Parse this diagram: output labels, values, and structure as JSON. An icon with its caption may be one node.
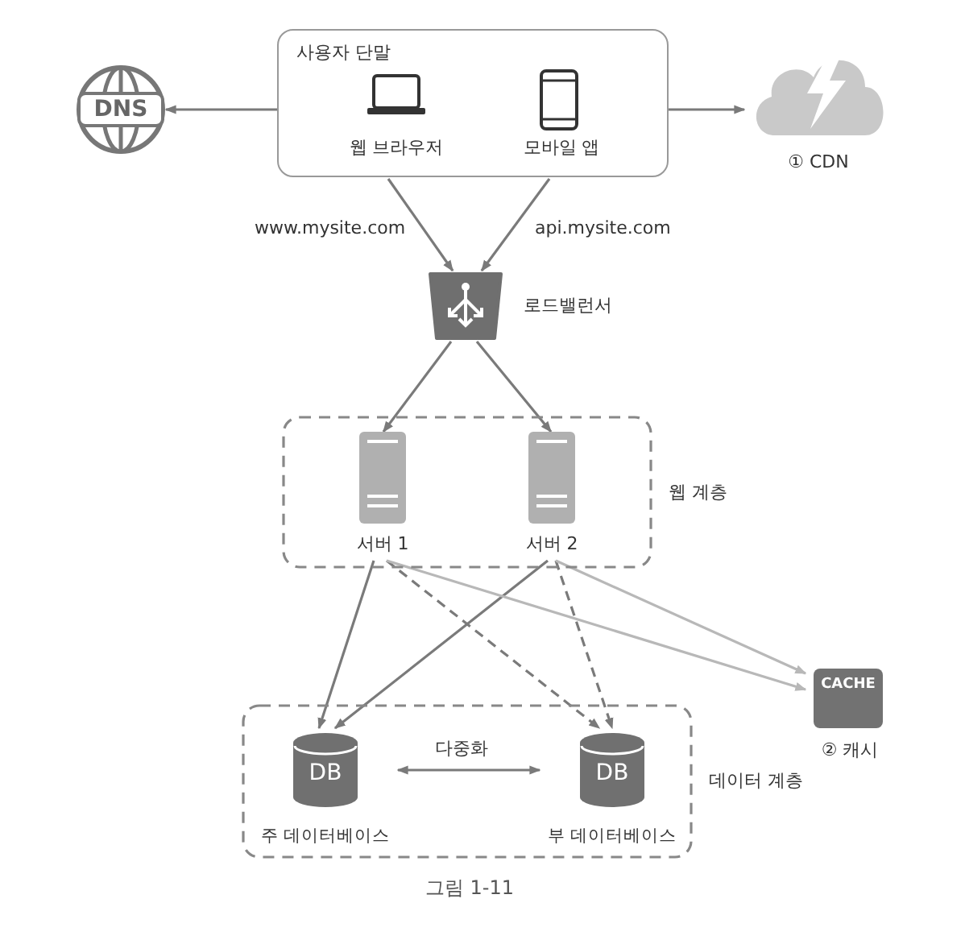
{
  "diagram": {
    "caption": "그림 1-11",
    "nodes": [
      {
        "text": [
          "사용자 단말"
        ]
      },
      {
        "text": [
          "웹 브라우저"
        ],
        "in": 0
      },
      {
        "text": [
          "모바일 앱"
        ],
        "in": 0
      },
      {
        "text": [
          "DNS"
        ]
      },
      {
        "text": [
          "① CDN"
        ]
      },
      {
        "text": [
          "로드밸런서"
        ]
      },
      {
        "text": [
          "웹 계층"
        ]
      },
      {
        "text": [
          "서버 1"
        ],
        "in": 6
      },
      {
        "text": [
          "서버 2"
        ],
        "in": 6
      },
      {
        "text": [
          "CACHE",
          "② 캐시"
        ]
      },
      {
        "text": [
          "데이터 계층"
        ]
      },
      {
        "text": [
          "DB",
          "주 데이터베이스"
        ],
        "in": 10
      },
      {
        "text": [
          "DB",
          "부 데이터베이스"
        ],
        "in": 10
      }
    ],
    "edges": [
      {
        "from": 0,
        "to": 3,
        "arrow": "to"
      },
      {
        "from": 0,
        "to": 4,
        "arrow": "to"
      },
      {
        "from": 1,
        "to": 5,
        "arrow": "to",
        "label": "www.mysite.com"
      },
      {
        "from": 2,
        "to": 5,
        "arrow": "to",
        "label": "api.mysite.com"
      },
      {
        "from": 5,
        "to": 7,
        "arrow": "to"
      },
      {
        "from": 5,
        "to": 8,
        "arrow": "to"
      },
      {
        "from": 7,
        "to": 11,
        "arrow": "to"
      },
      {
        "from": 8,
        "to": 11,
        "arrow": "to"
      },
      {
        "from": 7,
        "to": 12,
        "arrow": "to",
        "style": "dashed"
      },
      {
        "from": 8,
        "to": 12,
        "arrow": "to",
        "style": "dashed"
      },
      {
        "from": 7,
        "to": 9,
        "arrow": "to",
        "color": "#b8b8b8"
      },
      {
        "from": 8,
        "to": 9,
        "arrow": "to",
        "color": "#b8b8b8"
      },
      {
        "from": 11,
        "to": 12,
        "arrow": "both",
        "label": "다중화"
      }
    ]
  }
}
